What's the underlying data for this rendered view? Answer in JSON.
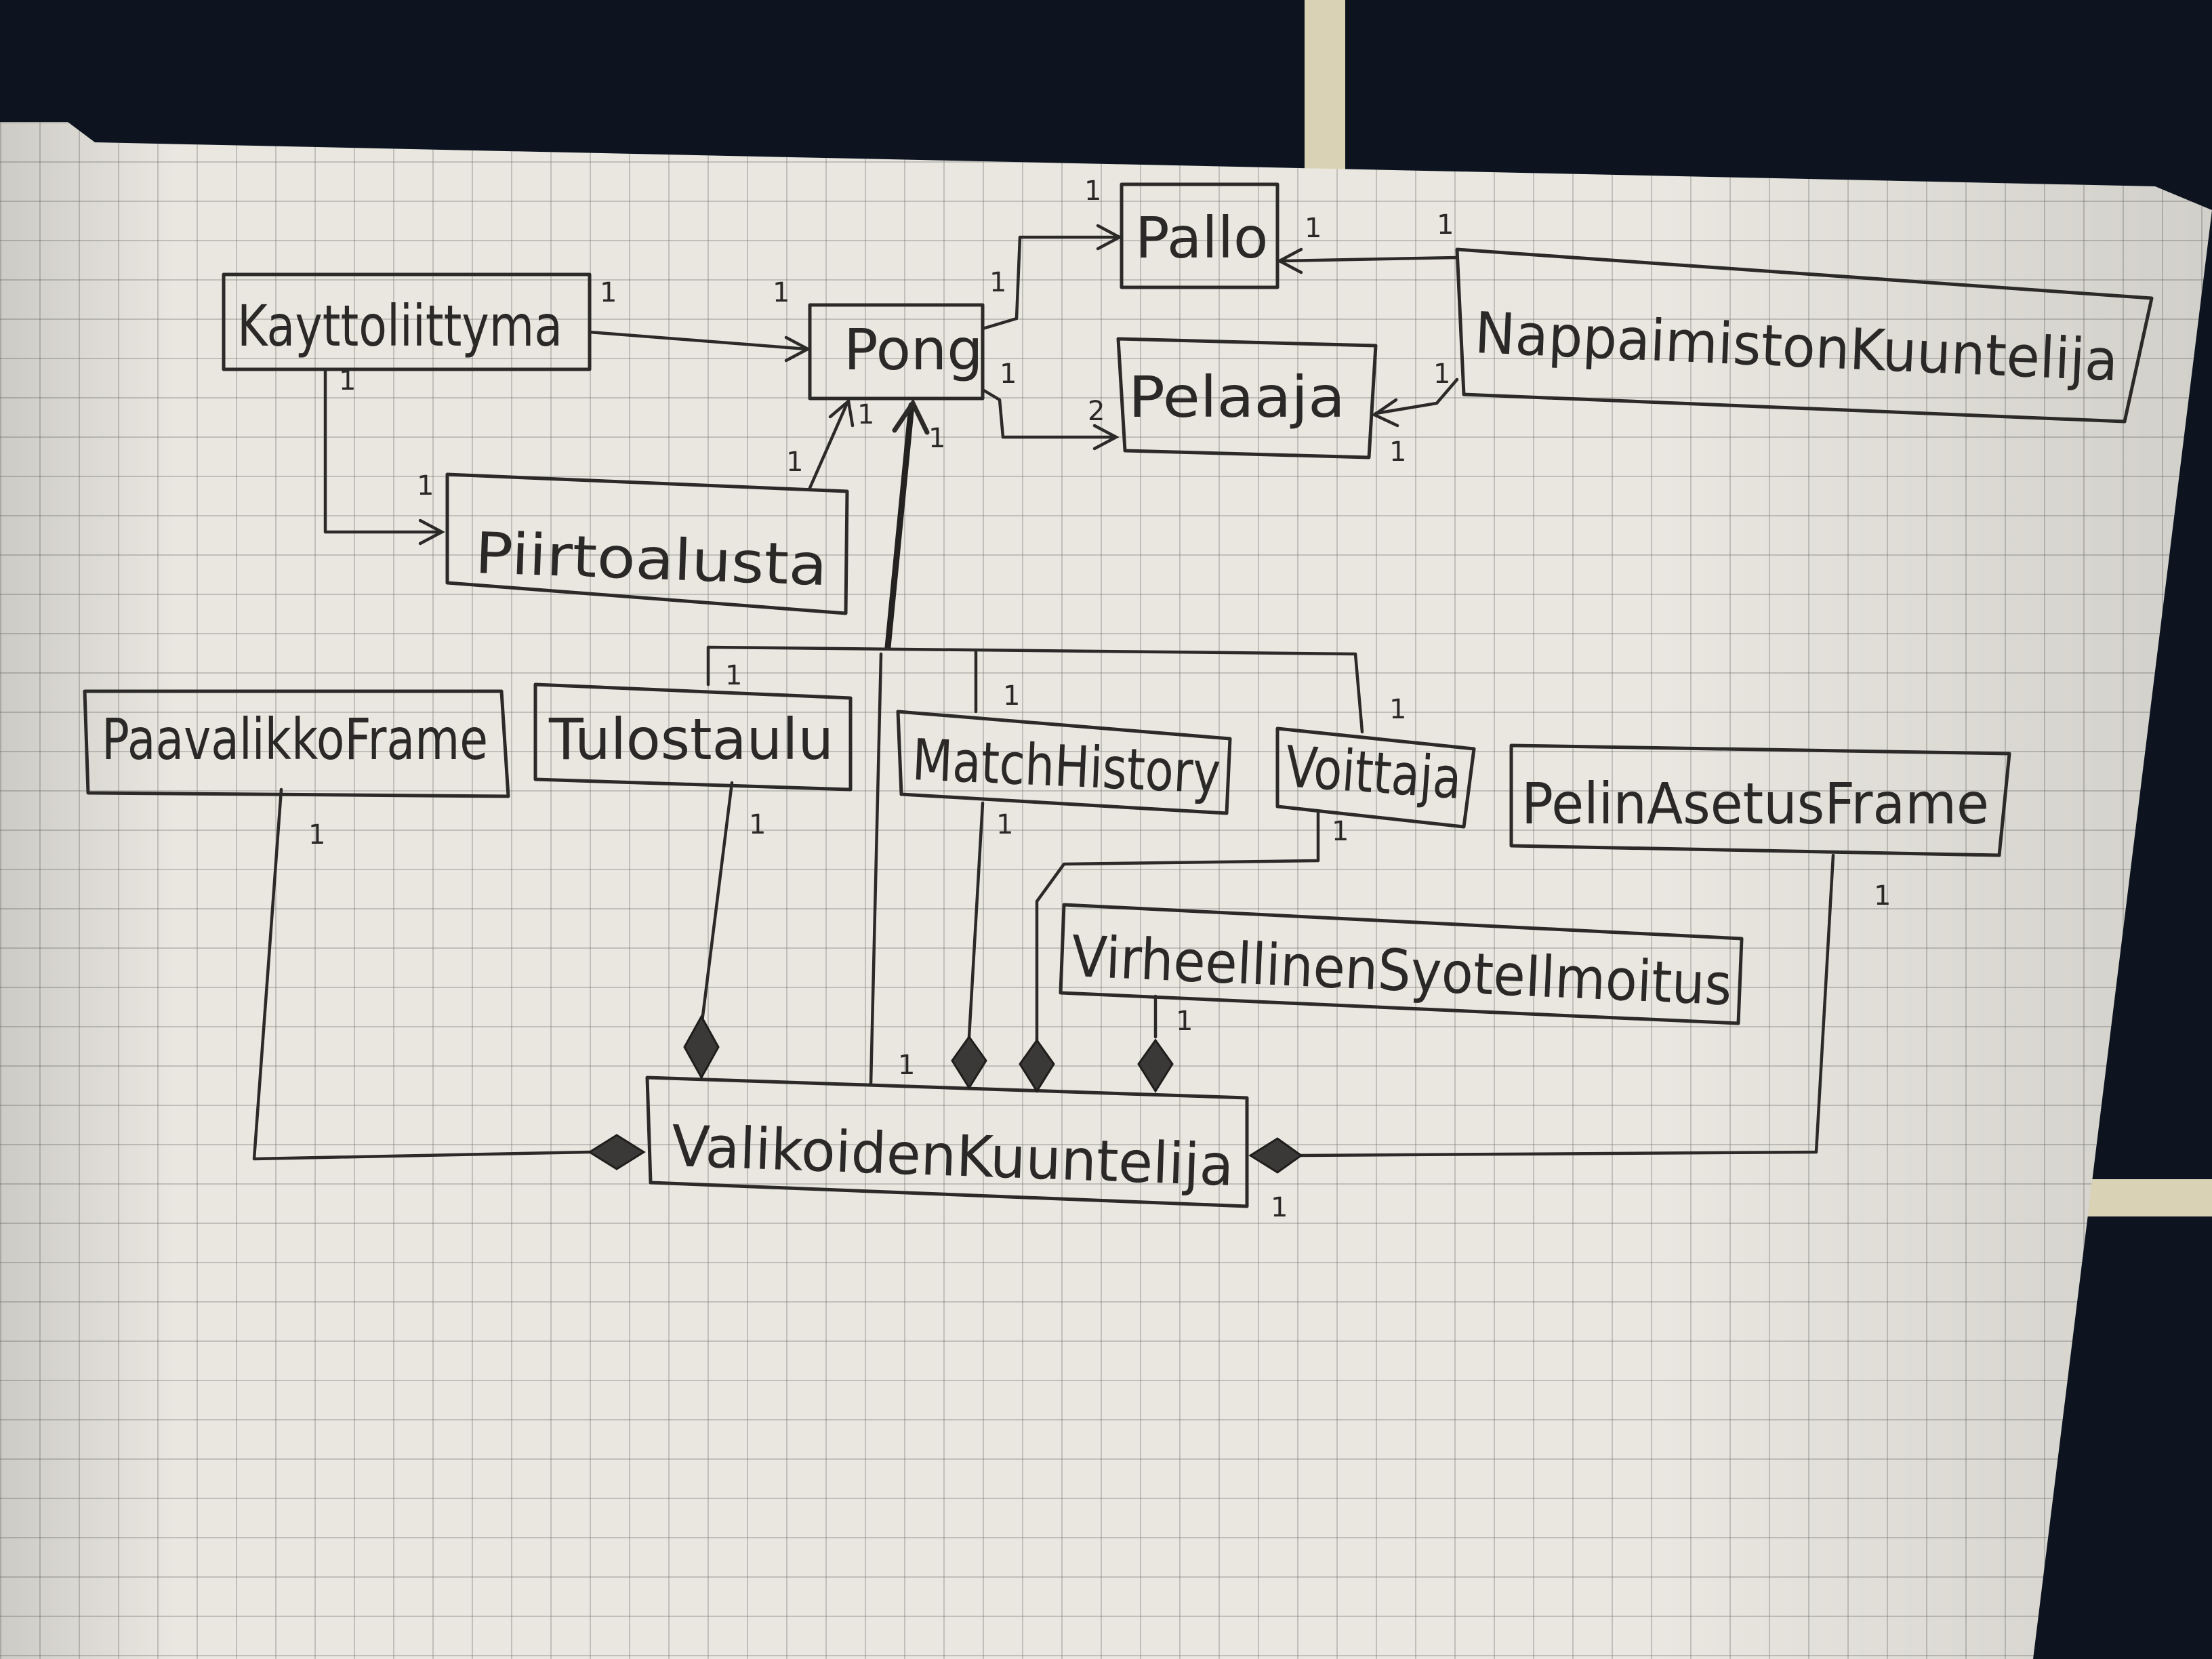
{
  "nodes": {
    "pallo": "Pallo",
    "nappaimiston": "NappaimistonKuuntelija",
    "kayttoliittyma": "Kayttoliittyma",
    "pong": "Pong",
    "pelaaja": "Pelaaja",
    "piirtoalusta": "Piirtoalusta",
    "paavalikko": "PaavalikkoFrame",
    "tulostaulu": "Tulostaulu",
    "matchhistory": "MatchHistory",
    "voittaja": "Voittaja",
    "pelinasetus": "PelinAsetusFrame",
    "virheellinen": "VirheellinenSyoteIlmoitus",
    "valikoiden": "ValikoidenKuuntelija"
  },
  "multiplicity": "1",
  "multiplicity_two": "2",
  "colors": {
    "ink": "#2b2a28",
    "paper": "#e9e7e0",
    "grid": "#8a8a8a"
  }
}
